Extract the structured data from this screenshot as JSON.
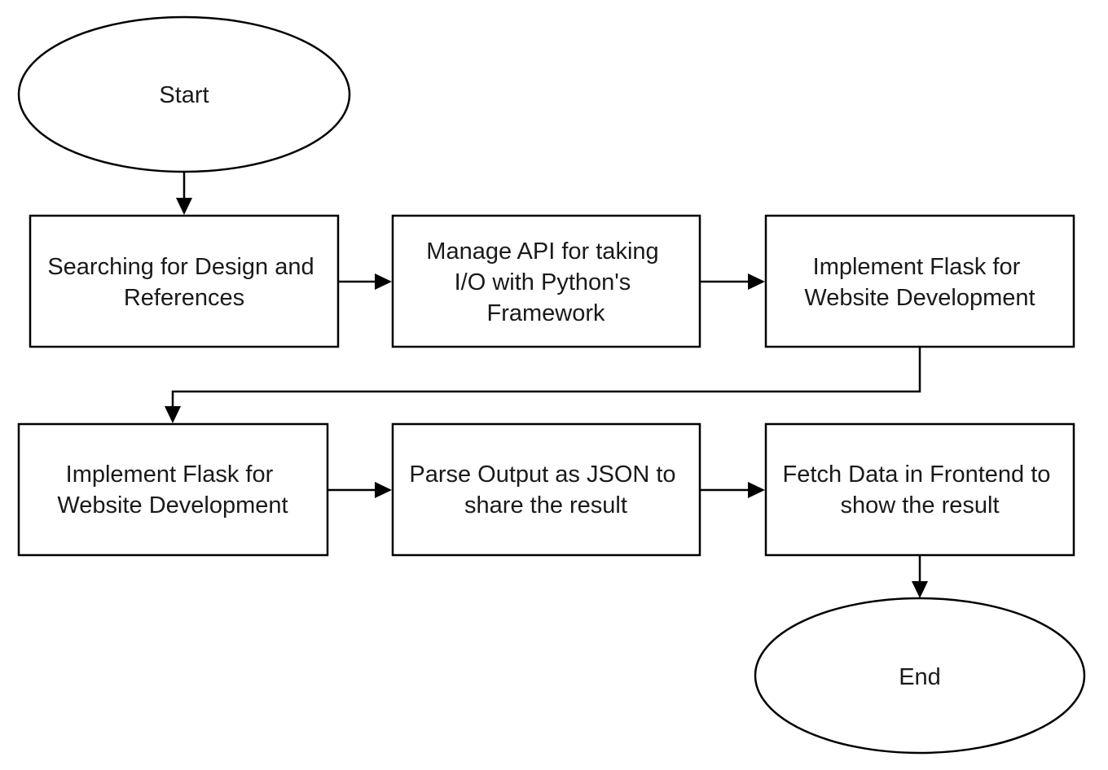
{
  "flowchart": {
    "start": "Start",
    "end": "End",
    "steps": [
      [
        "Searching for Design and",
        "References"
      ],
      [
        "Manage API for taking",
        "I/O with Python's",
        "Framework"
      ],
      [
        "Implement Flask for",
        "Website Development"
      ],
      [
        "Implement Flask for",
        "Website Development"
      ],
      [
        "Parse Output as JSON to",
        "share the result"
      ],
      [
        "Fetch Data in Frontend to",
        "show the result"
      ]
    ]
  },
  "colors": {
    "stroke": "#000000",
    "fill": "#ffffff",
    "text": "#1a1a1a"
  }
}
